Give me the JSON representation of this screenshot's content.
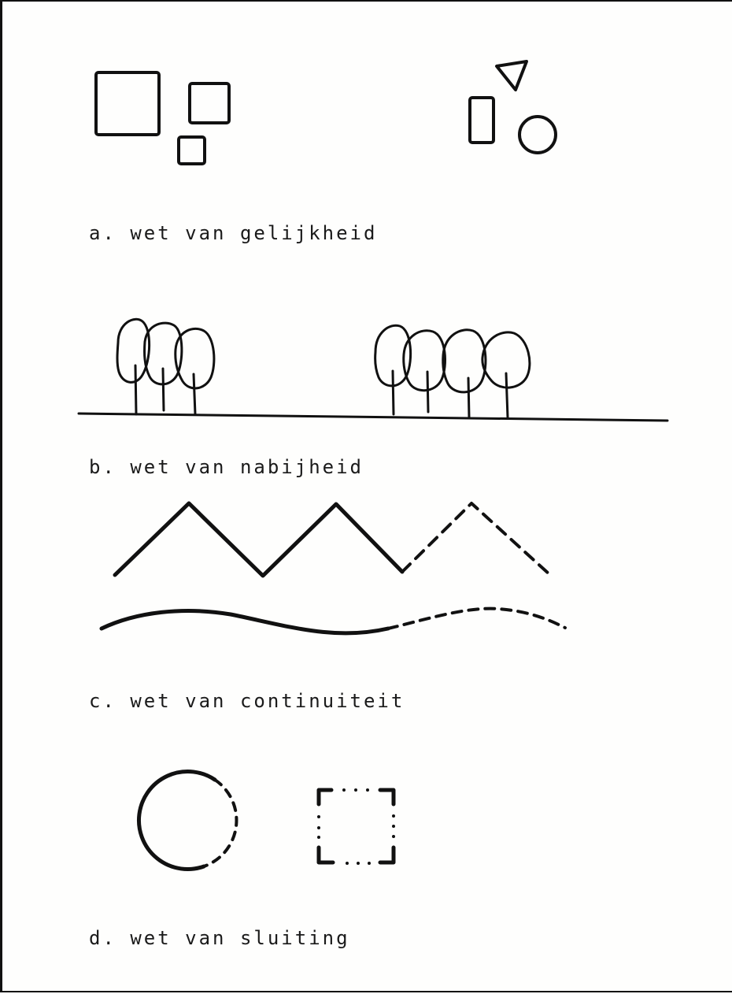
{
  "captions": {
    "a": "a. wet van gelijkheid",
    "b": "b. wet van nabijheid",
    "c": "c. wet van continuiteit",
    "d": "d. wet van sluiting"
  },
  "ink_color": "#111111"
}
